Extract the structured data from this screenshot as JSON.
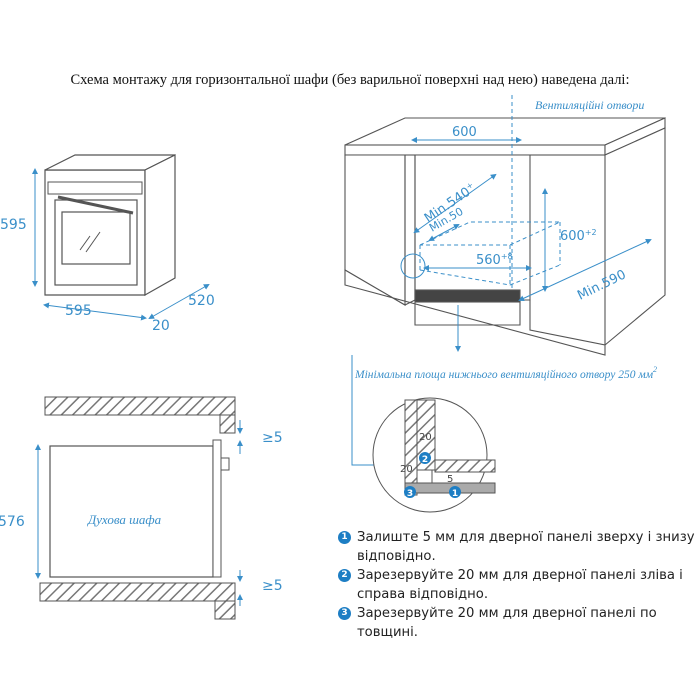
{
  "caption": "Схема монтажу для горизонтальної шафи (без варильної поверхні над нею) наведена далі:",
  "oven_front": {
    "height": "595",
    "width": "595",
    "depth": "520",
    "door": "20"
  },
  "oven_side": {
    "height": "576",
    "label": "Духова шафа",
    "gap_top": "≥5",
    "gap_bottom": "≥5"
  },
  "cabinet": {
    "vent_label": "Вентиляційні отвори",
    "width_600": "600",
    "min_540": "Min.540",
    "min_540_sup": "+",
    "min_50": "Min.50",
    "height_600": "600",
    "height_600_sup": "+2",
    "width_560": "560",
    "width_560_sup": "+8",
    "min_590": "Min.590",
    "min_vent_area": "Мінімальна площа нижнього вентиляційного отвору 250 мм",
    "min_vent_area_sup": "2"
  },
  "detail": {
    "label_20_top": "20",
    "label_20_left": "20",
    "label_5": "5",
    "badge_1": "1",
    "badge_2": "2",
    "badge_3": "3"
  },
  "steps": [
    {
      "num": "1",
      "text": "Залиште 5 мм для дверної панелі зверху і знизу відповідно."
    },
    {
      "num": "2",
      "text": "Зарезервуйте 20 мм для дверної панелі зліва і справа відповідно."
    },
    {
      "num": "3",
      "text": "Зарезервуйте 20 мм для дверної панелі по товщині."
    }
  ],
  "colors": {
    "accent": "#3a8fc9",
    "line": "#555555",
    "hatch": "#777777"
  }
}
